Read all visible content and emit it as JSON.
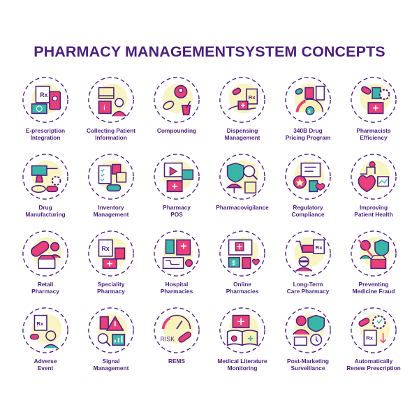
{
  "title": "PHARMACY MANAGEMENTSYSTEM CONCEPTS",
  "colors": {
    "outline": "#4b1f7c",
    "pink": "#e8407a",
    "yellow": "#f7f2b8",
    "teal": "#3ab6a8",
    "bg": "#ffffff"
  },
  "concepts": [
    {
      "label": "E-prescription\nIntegration",
      "icon": "e-prescription-icon"
    },
    {
      "label": "Collecting Patient\nInformation",
      "icon": "patient-info-icon"
    },
    {
      "label": "Compounding",
      "icon": "compounding-icon"
    },
    {
      "label": "Dispensing\nManagement",
      "icon": "dispensing-icon"
    },
    {
      "label": "340B Drug\nPricing Program",
      "icon": "drug-pricing-icon"
    },
    {
      "label": "Pharmacists\nEfficiency",
      "icon": "pharmacist-efficiency-icon"
    },
    {
      "label": "Drug\nManufacturing",
      "icon": "drug-manufacturing-icon"
    },
    {
      "label": "Inventory\nManagement",
      "icon": "inventory-icon"
    },
    {
      "label": "Pharmacy\nPOS",
      "icon": "pharmacy-pos-icon"
    },
    {
      "label": "Pharmacovigilance",
      "icon": "pharmacovigilance-icon"
    },
    {
      "label": "Regulatory\nCompliance",
      "icon": "regulatory-icon"
    },
    {
      "label": "Improving\nPatient Health",
      "icon": "patient-health-icon"
    },
    {
      "label": "Retail\nPharmacy",
      "icon": "retail-pharmacy-icon"
    },
    {
      "label": "Speciality\nPharmacy",
      "icon": "speciality-pharmacy-icon"
    },
    {
      "label": "Hospital\nPharmacies",
      "icon": "hospital-pharmacy-icon"
    },
    {
      "label": "Online\nPharmacies",
      "icon": "online-pharmacy-icon"
    },
    {
      "label": "Long-Term\nCare Pharmacy",
      "icon": "long-term-care-icon"
    },
    {
      "label": "Preventing\nMedicine Fraud",
      "icon": "fraud-prevention-icon"
    },
    {
      "label": "Adverse\nEvent",
      "icon": "adverse-event-icon"
    },
    {
      "label": "Signal\nManagement",
      "icon": "signal-management-icon"
    },
    {
      "label": "REMS",
      "icon": "rems-icon",
      "risk_text": "RISK"
    },
    {
      "label": "Medical Literature\nMonitoring",
      "icon": "literature-icon"
    },
    {
      "label": "Post-Marketing\nSurveillance",
      "icon": "surveillance-icon"
    },
    {
      "label": "Automatically\nRenew Prescription",
      "icon": "renew-prescription-icon"
    }
  ]
}
